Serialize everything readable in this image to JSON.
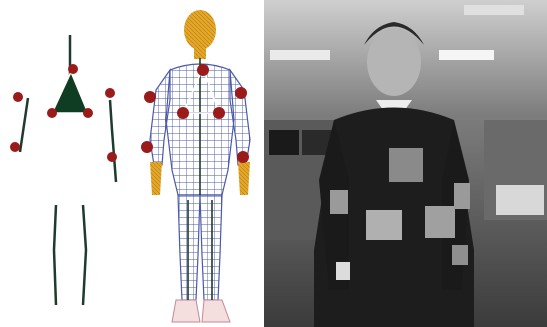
{
  "figure": {
    "panels": [
      {
        "id": "skeleton-sketch",
        "kind": "stick-figure with marker dots"
      },
      {
        "id": "wireframe-body-model",
        "kind": "3D mesh human model with markers"
      },
      {
        "id": "photo-person-with-markers",
        "kind": "grayscale photograph"
      }
    ],
    "colors": {
      "marker": "#9b1b1b",
      "triangle": "#0f3d24",
      "bone": "#1f3a2e",
      "mesh": "#4b5aa8",
      "head": "#e0a020",
      "hands": "#e0a020",
      "photo_patch": "#8a8a8a"
    }
  }
}
